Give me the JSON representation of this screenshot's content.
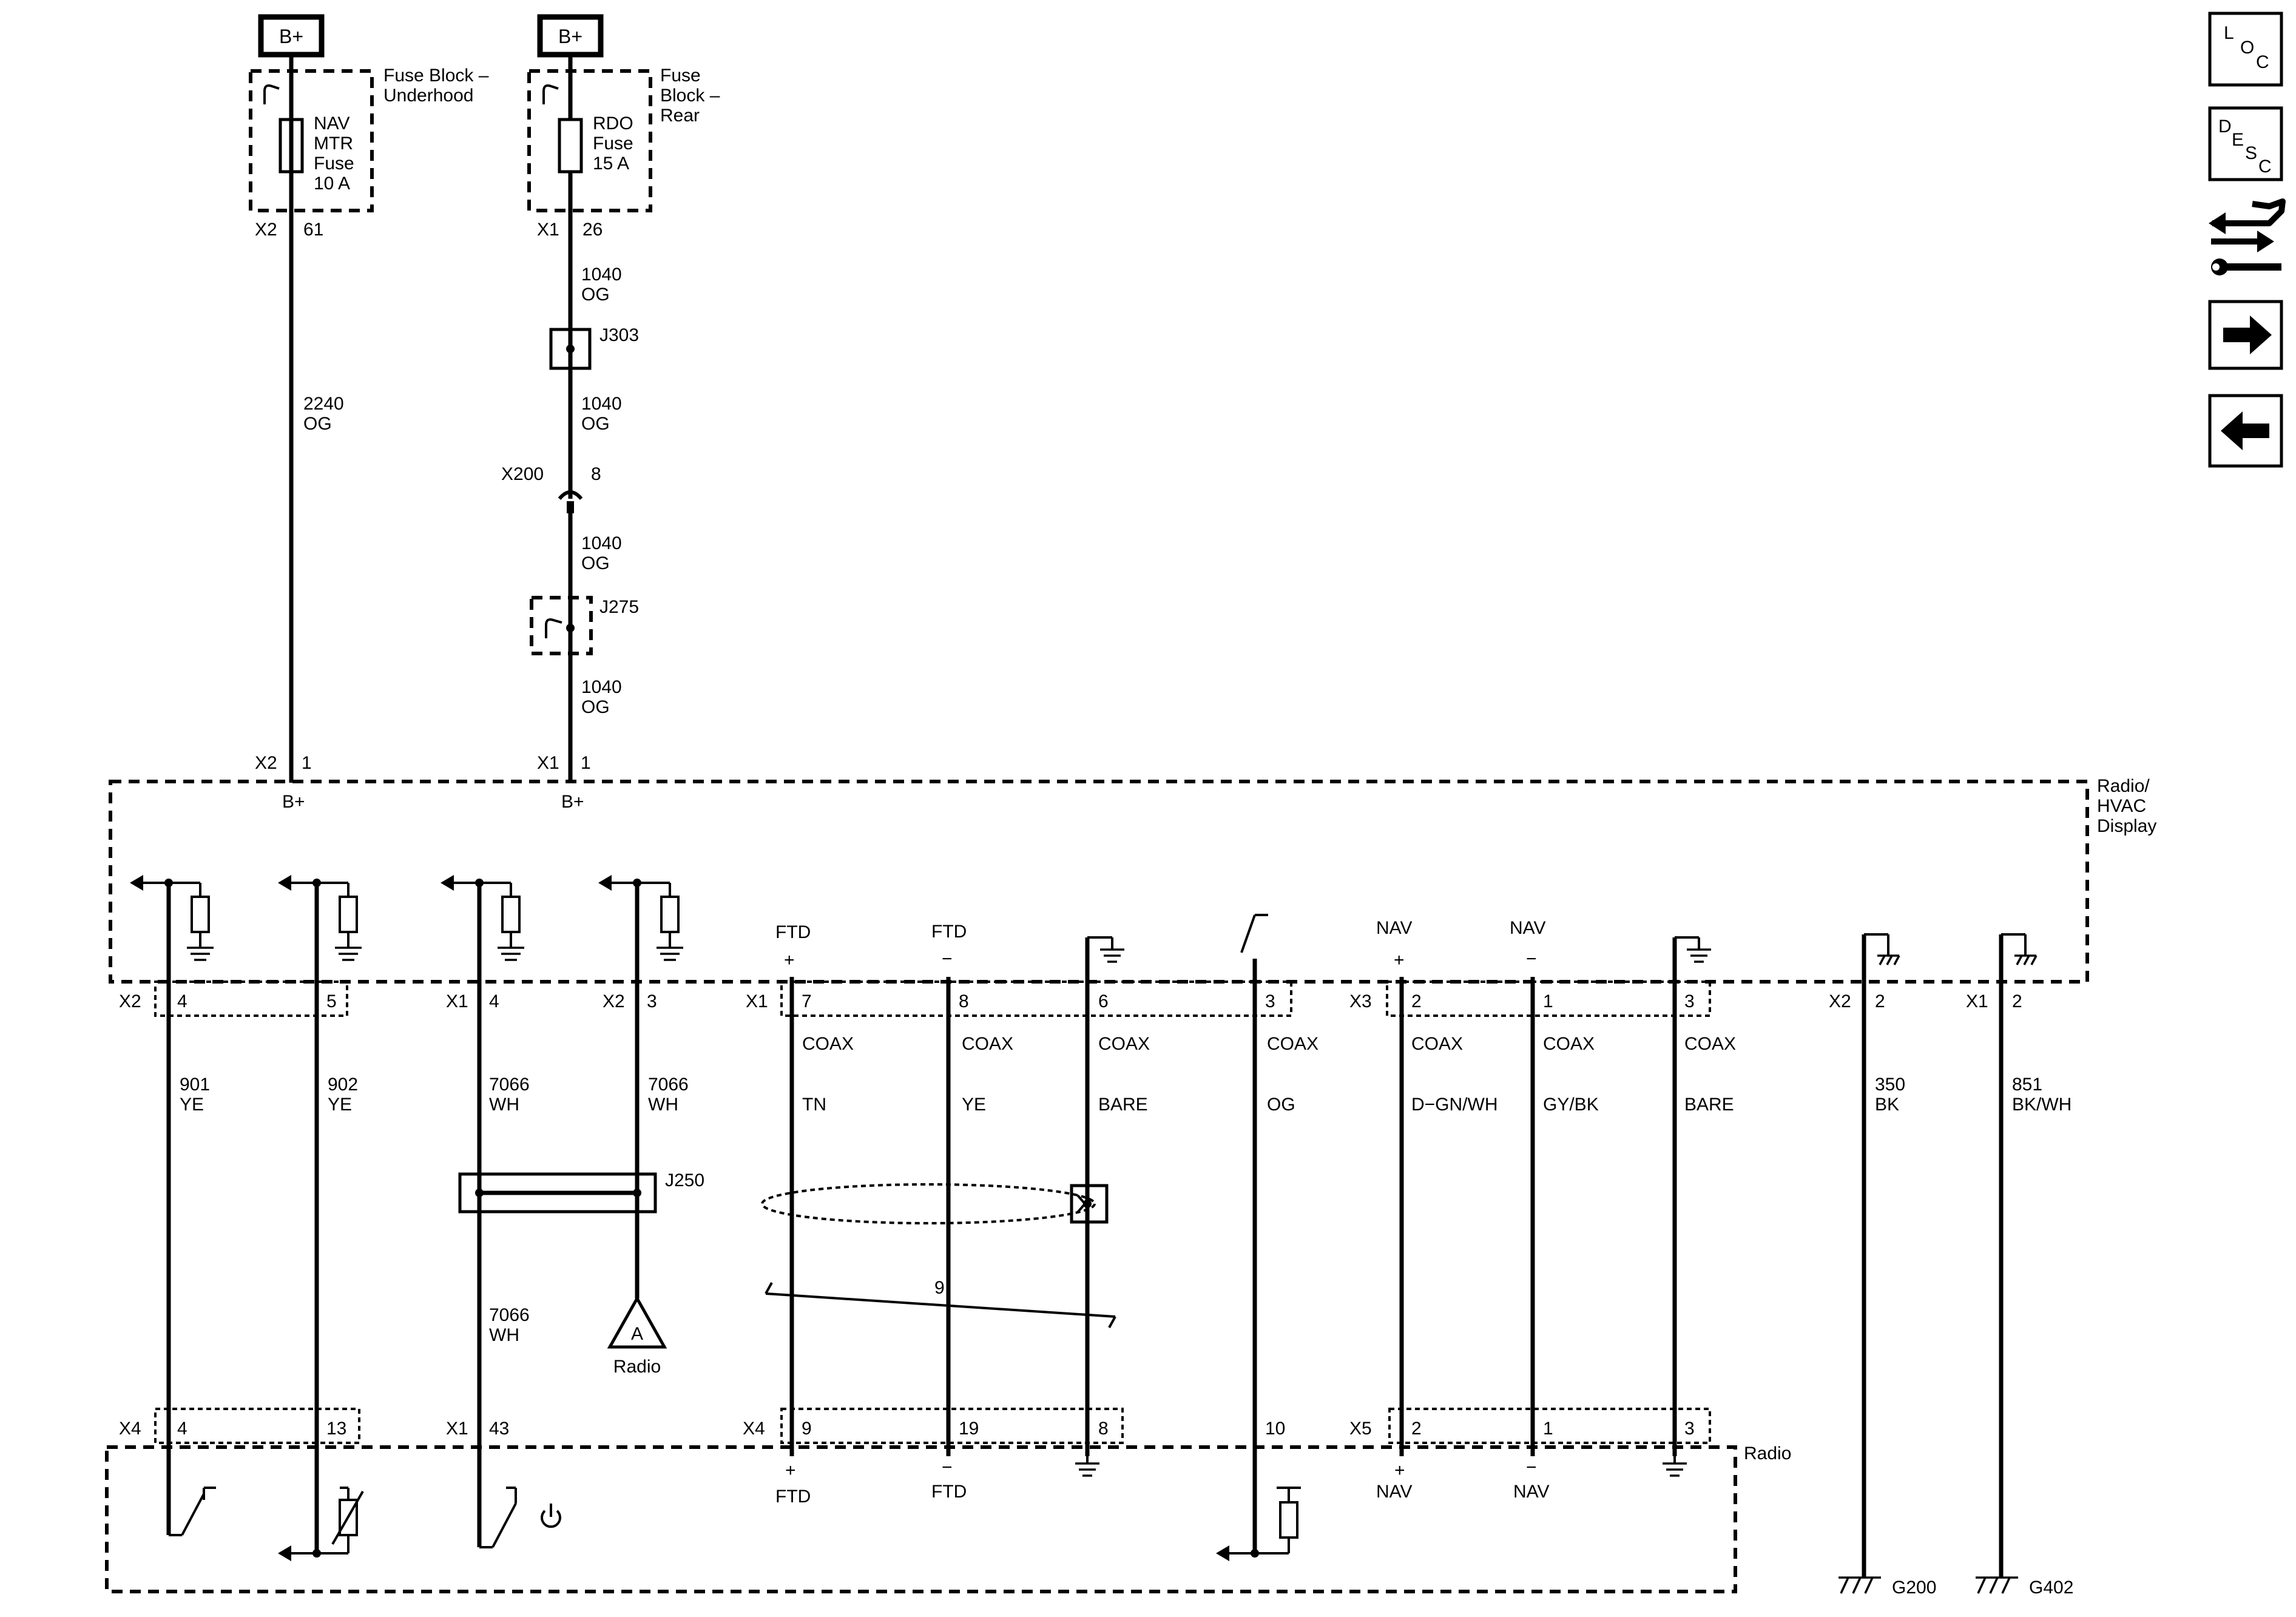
{
  "top": {
    "bplus_a": "B+",
    "bplus_b": "B+",
    "fuse_block_a": [
      "Fuse Block –",
      "Underhood"
    ],
    "fuse_block_b": [
      "Fuse",
      "Block –",
      "Rear"
    ],
    "fuse_a": [
      "NAV",
      "MTR",
      "Fuse",
      "10 A"
    ],
    "fuse_b": [
      "RDO",
      "Fuse",
      "15 A"
    ],
    "fuse_a_conn": "X2",
    "fuse_a_pin": "61",
    "fuse_b_conn": "X1",
    "fuse_b_pin": "26",
    "wire_2240": [
      "2240",
      "OG"
    ],
    "wire_1040_a": [
      "1040",
      "OG"
    ],
    "splice_j303": "J303",
    "wire_1040_b": [
      "1040",
      "OG"
    ],
    "conn_x200": "X200",
    "conn_x200_pin": "8",
    "wire_1040_c": [
      "1040",
      "OG"
    ],
    "splice_j275": "J275",
    "wire_1040_d": [
      "1040",
      "OG"
    ],
    "in_a_conn": "X2",
    "in_a_pin": "1",
    "in_a_label": "B+",
    "in_b_conn": "X1",
    "in_b_pin": "1",
    "in_b_label": "B+"
  },
  "module_display": [
    "Radio/",
    "HVAC",
    "Display"
  ],
  "module_radio": "Radio",
  "upper_pins": {
    "x2_4": [
      "X2",
      "4"
    ],
    "x2_5": "5",
    "x1_4": [
      "X1",
      "4"
    ],
    "x2_3": [
      "X2",
      "3"
    ],
    "x1_7": [
      "X1",
      "7"
    ],
    "p8": "8",
    "p6": "6",
    "p3": "3",
    "x3_2": [
      "X3",
      "2"
    ],
    "p1": "1",
    "p3b": "3",
    "x2_2": [
      "X2",
      "2"
    ],
    "x1_2": [
      "X1",
      "2"
    ]
  },
  "polarity": {
    "ftd_plus": "FTD",
    "ftd_minus": "FTD",
    "nav_plus": "NAV",
    "nav_minus": "NAV",
    "plus": "+",
    "minus": "−"
  },
  "wires": {
    "w901": [
      "901",
      "YE"
    ],
    "w902": [
      "902",
      "YE"
    ],
    "w7066a": [
      "7066",
      "WH"
    ],
    "w7066b": [
      "7066",
      "WH"
    ],
    "w7066c": [
      "7066",
      "WH"
    ],
    "coax_tn": [
      "COAX",
      "TN"
    ],
    "coax_ye": [
      "COAX",
      "YE"
    ],
    "coax_bare": [
      "COAX",
      "BARE"
    ],
    "coax_og": [
      "COAX",
      "OG"
    ],
    "coax_dgnwh": [
      "COAX",
      "D−GN/WH"
    ],
    "coax_gybk": [
      "COAX",
      "GY/BK"
    ],
    "coax_bare2": [
      "COAX",
      "BARE"
    ],
    "w350": [
      "350",
      "BK"
    ],
    "w851": [
      "851",
      "BK/WH"
    ]
  },
  "splices": {
    "j250": "J250",
    "twist_num": "9",
    "offpage_letter": "A",
    "offpage_label": "Radio"
  },
  "lower_pins": {
    "x4_4": [
      "X4",
      "4"
    ],
    "p13": "13",
    "x1_43": [
      "X1",
      "43"
    ],
    "x4_9": [
      "X4",
      "9"
    ],
    "p19": "19",
    "p8": "8",
    "p10": "10",
    "x5_2": [
      "X5",
      "2"
    ],
    "p1": "1",
    "p3": "3"
  },
  "lower_polarity": {
    "ftd_plus": "FTD",
    "ftd_minus": "FTD",
    "nav_plus": "NAV",
    "nav_minus": "NAV",
    "plus": "+",
    "minus": "−"
  },
  "grounds": {
    "g200": "G200",
    "g402": "G402"
  },
  "sidebar": {
    "loc": [
      "L",
      "O",
      "C"
    ],
    "desc": [
      "D",
      "E",
      "S",
      "C"
    ]
  }
}
